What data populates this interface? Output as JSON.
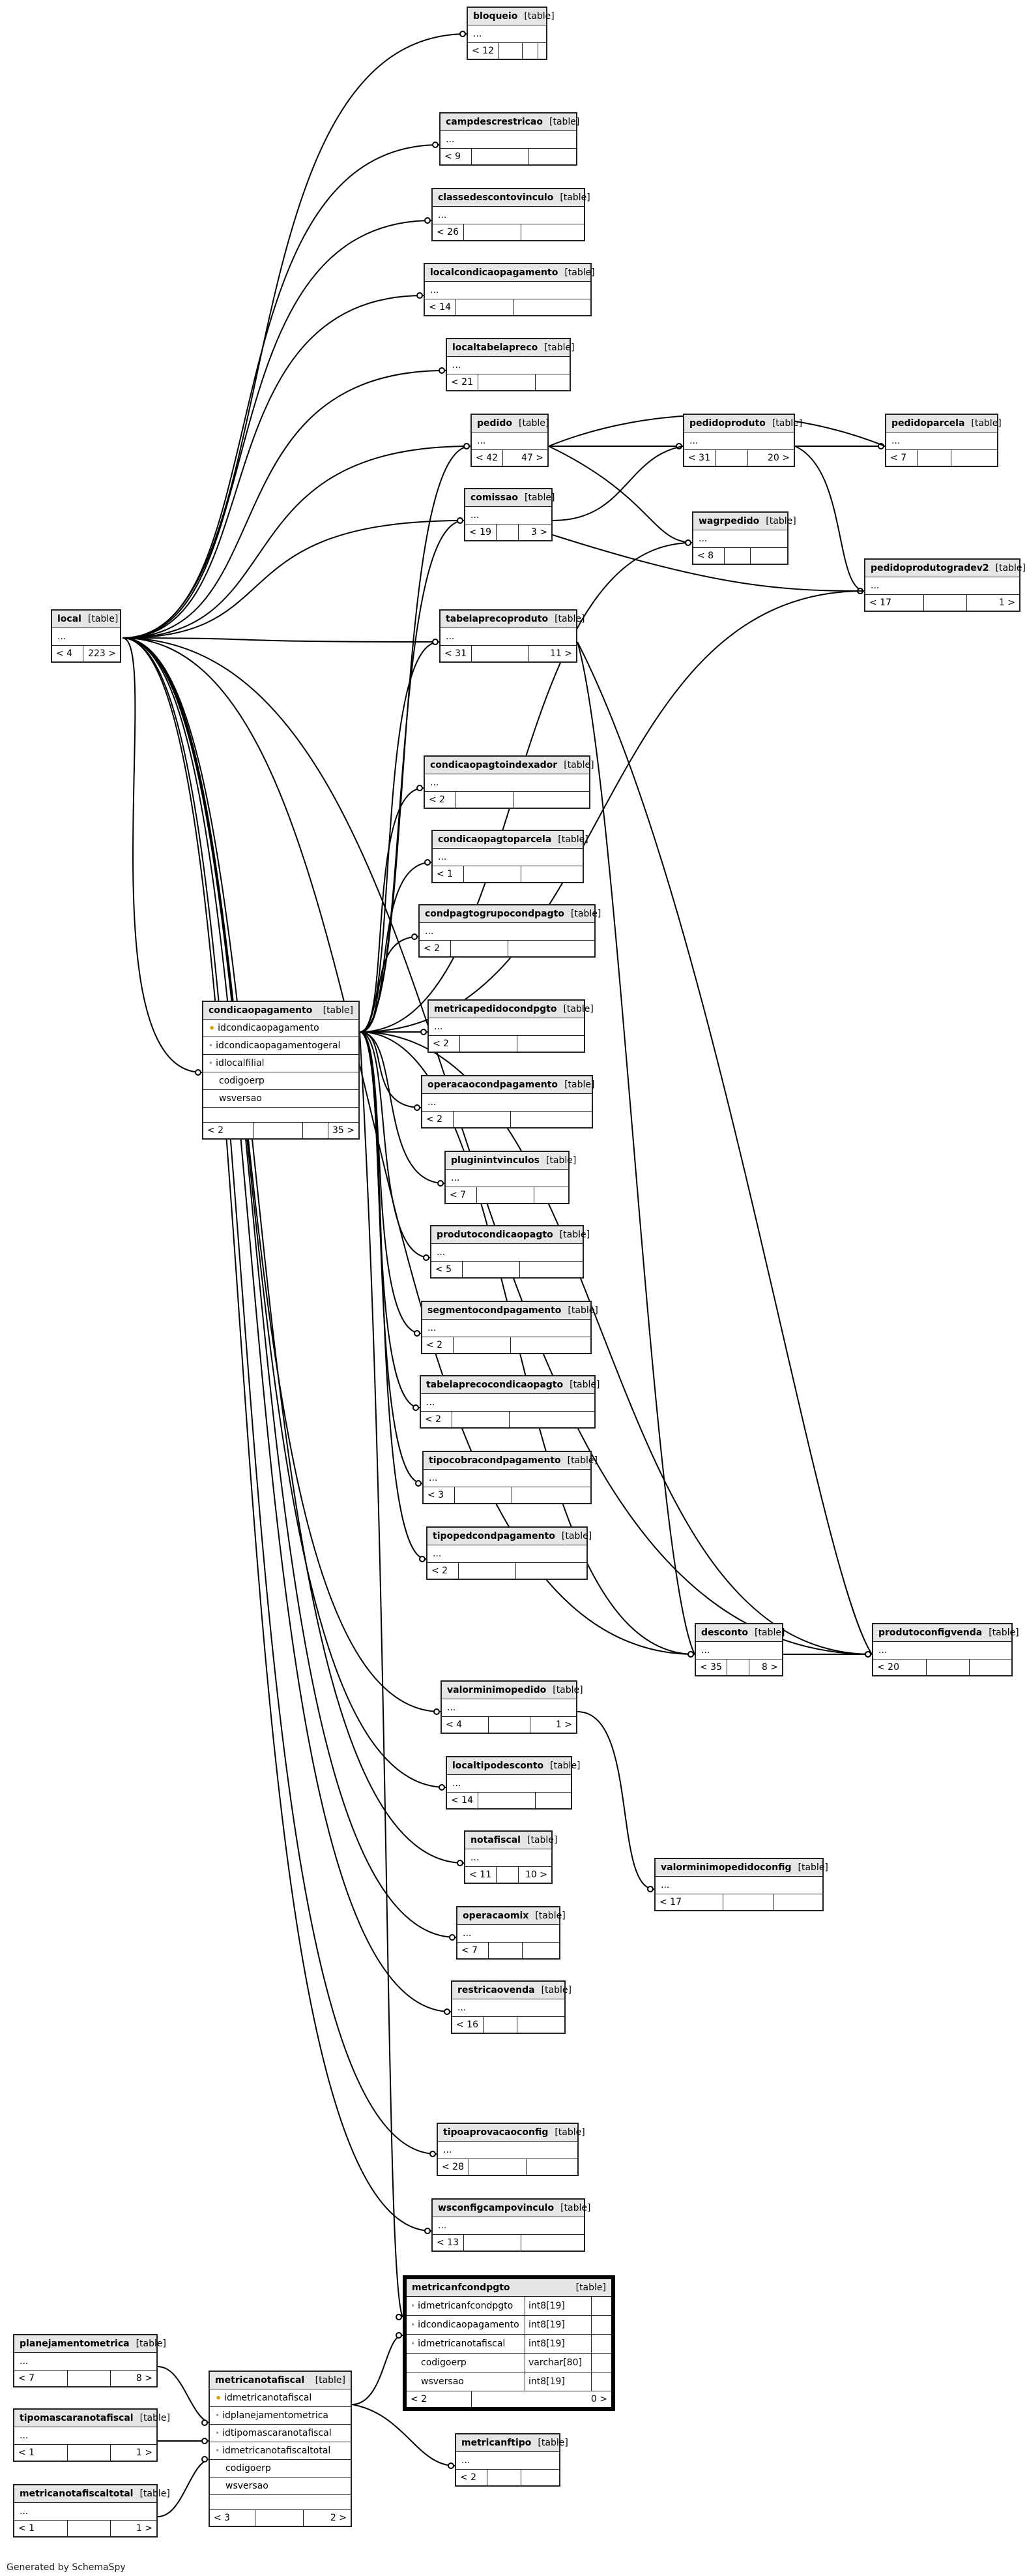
{
  "footer": "Generated by SchemaSpy",
  "kind_label": "[table]",
  "ellipsis": "...",
  "focus": {
    "name": "metricanfcondpgto",
    "columns": [
      {
        "icon": "fk",
        "name": "idmetricanfcondpgto",
        "type": "int8[19]"
      },
      {
        "icon": "fk",
        "name": "idcondicaopagamento",
        "type": "int8[19]"
      },
      {
        "icon": "fk",
        "name": "idmetricanotafiscal",
        "type": "int8[19]"
      },
      {
        "icon": "",
        "name": "codigoerp",
        "type": "varchar[80]"
      },
      {
        "icon": "",
        "name": "wsversao",
        "type": "int8[19]"
      }
    ],
    "left": "< 2",
    "right": "0 >"
  },
  "tables": [
    {
      "name": "bloqueio",
      "left": "< 12",
      "right": ""
    },
    {
      "name": "campdescrestricao",
      "left": "< 9",
      "right": ""
    },
    {
      "name": "classedescontovinculo",
      "left": "< 26",
      "right": ""
    },
    {
      "name": "localcondicaopagamento",
      "left": "< 14",
      "right": ""
    },
    {
      "name": "localtabelapreco",
      "left": "< 21",
      "right": ""
    },
    {
      "name": "pedido",
      "left": "< 42",
      "right": "47 >"
    },
    {
      "name": "pedidoproduto",
      "left": "< 31",
      "right": "20 >"
    },
    {
      "name": "pedidoparcela",
      "left": "< 7",
      "right": ""
    },
    {
      "name": "comissao",
      "left": "< 19",
      "right": "3 >"
    },
    {
      "name": "wagrpedido",
      "left": "< 8",
      "right": ""
    },
    {
      "name": "pedidoprodutogradev2",
      "left": "< 17",
      "right": "1 >"
    },
    {
      "name": "local",
      "left": "< 4",
      "right": "223 >"
    },
    {
      "name": "tabelaprecoproduto",
      "left": "< 31",
      "right": "11 >"
    },
    {
      "name": "condicaopagtoindexador",
      "left": "< 2",
      "right": ""
    },
    {
      "name": "condicaopagtoparcela",
      "left": "< 1",
      "right": ""
    },
    {
      "name": "condpagtogrupocondpagto",
      "left": "< 2",
      "right": ""
    },
    {
      "name": "metricapedidocondpgto",
      "left": "< 2",
      "right": ""
    },
    {
      "name": "operacaocondpagamento",
      "left": "< 2",
      "right": ""
    },
    {
      "name": "pluginintvinculos",
      "left": "< 7",
      "right": ""
    },
    {
      "name": "produtocondicaopagto",
      "left": "< 5",
      "right": ""
    },
    {
      "name": "segmentocondpagamento",
      "left": "< 2",
      "right": ""
    },
    {
      "name": "tabelaprecocondicaopagto",
      "left": "< 2",
      "right": ""
    },
    {
      "name": "tipocobracondpagamento",
      "left": "< 3",
      "right": ""
    },
    {
      "name": "tipopedcondpagamento",
      "left": "< 2",
      "right": ""
    },
    {
      "name": "desconto",
      "left": "< 35",
      "right": "8 >"
    },
    {
      "name": "produtoconfigvenda",
      "left": "< 20",
      "right": ""
    },
    {
      "name": "valorminimopedido",
      "left": "< 4",
      "right": "1 >"
    },
    {
      "name": "localtipodesconto",
      "left": "< 14",
      "right": ""
    },
    {
      "name": "notafiscal",
      "left": "< 11",
      "right": "10 >"
    },
    {
      "name": "valorminimopedidoconfig",
      "left": "< 17",
      "right": ""
    },
    {
      "name": "operacaomix",
      "left": "< 7",
      "right": ""
    },
    {
      "name": "restricaovenda",
      "left": "< 16",
      "right": ""
    },
    {
      "name": "tipoaprovacaoconfig",
      "left": "< 28",
      "right": ""
    },
    {
      "name": "wsconfigcampovinculo",
      "left": "< 13",
      "right": ""
    },
    {
      "name": "planejamentometrica",
      "left": "< 7",
      "right": "8 >"
    },
    {
      "name": "tipomascaranotafiscal",
      "left": "< 1",
      "right": "1 >"
    },
    {
      "name": "metricanotafiscaltotal",
      "left": "< 1",
      "right": "1 >"
    },
    {
      "name": "metricanftipo",
      "left": "< 2",
      "right": ""
    }
  ],
  "condicaopagamento": {
    "name": "condicaopagamento",
    "columns": [
      {
        "icon": "pk",
        "name": "idcondicaopagamento"
      },
      {
        "icon": "fk",
        "name": "idcondicaopagamentogeral"
      },
      {
        "icon": "fk",
        "name": "idlocalfilial"
      },
      {
        "icon": "",
        "name": "codigoerp"
      },
      {
        "icon": "",
        "name": "wsversao"
      }
    ],
    "left": "< 2",
    "right": "35 >"
  },
  "metricanotafiscal": {
    "name": "metricanotafiscal",
    "columns": [
      {
        "icon": "pk",
        "name": "idmetricanotafiscal"
      },
      {
        "icon": "fk",
        "name": "idplanejamentometrica"
      },
      {
        "icon": "fk",
        "name": "idtipomascaranotafiscal"
      },
      {
        "icon": "fk",
        "name": "idmetricanotafiscaltotal"
      },
      {
        "icon": "",
        "name": "codigoerp"
      },
      {
        "icon": "",
        "name": "wsversao"
      }
    ],
    "left": "< 3",
    "right": "2 >"
  }
}
